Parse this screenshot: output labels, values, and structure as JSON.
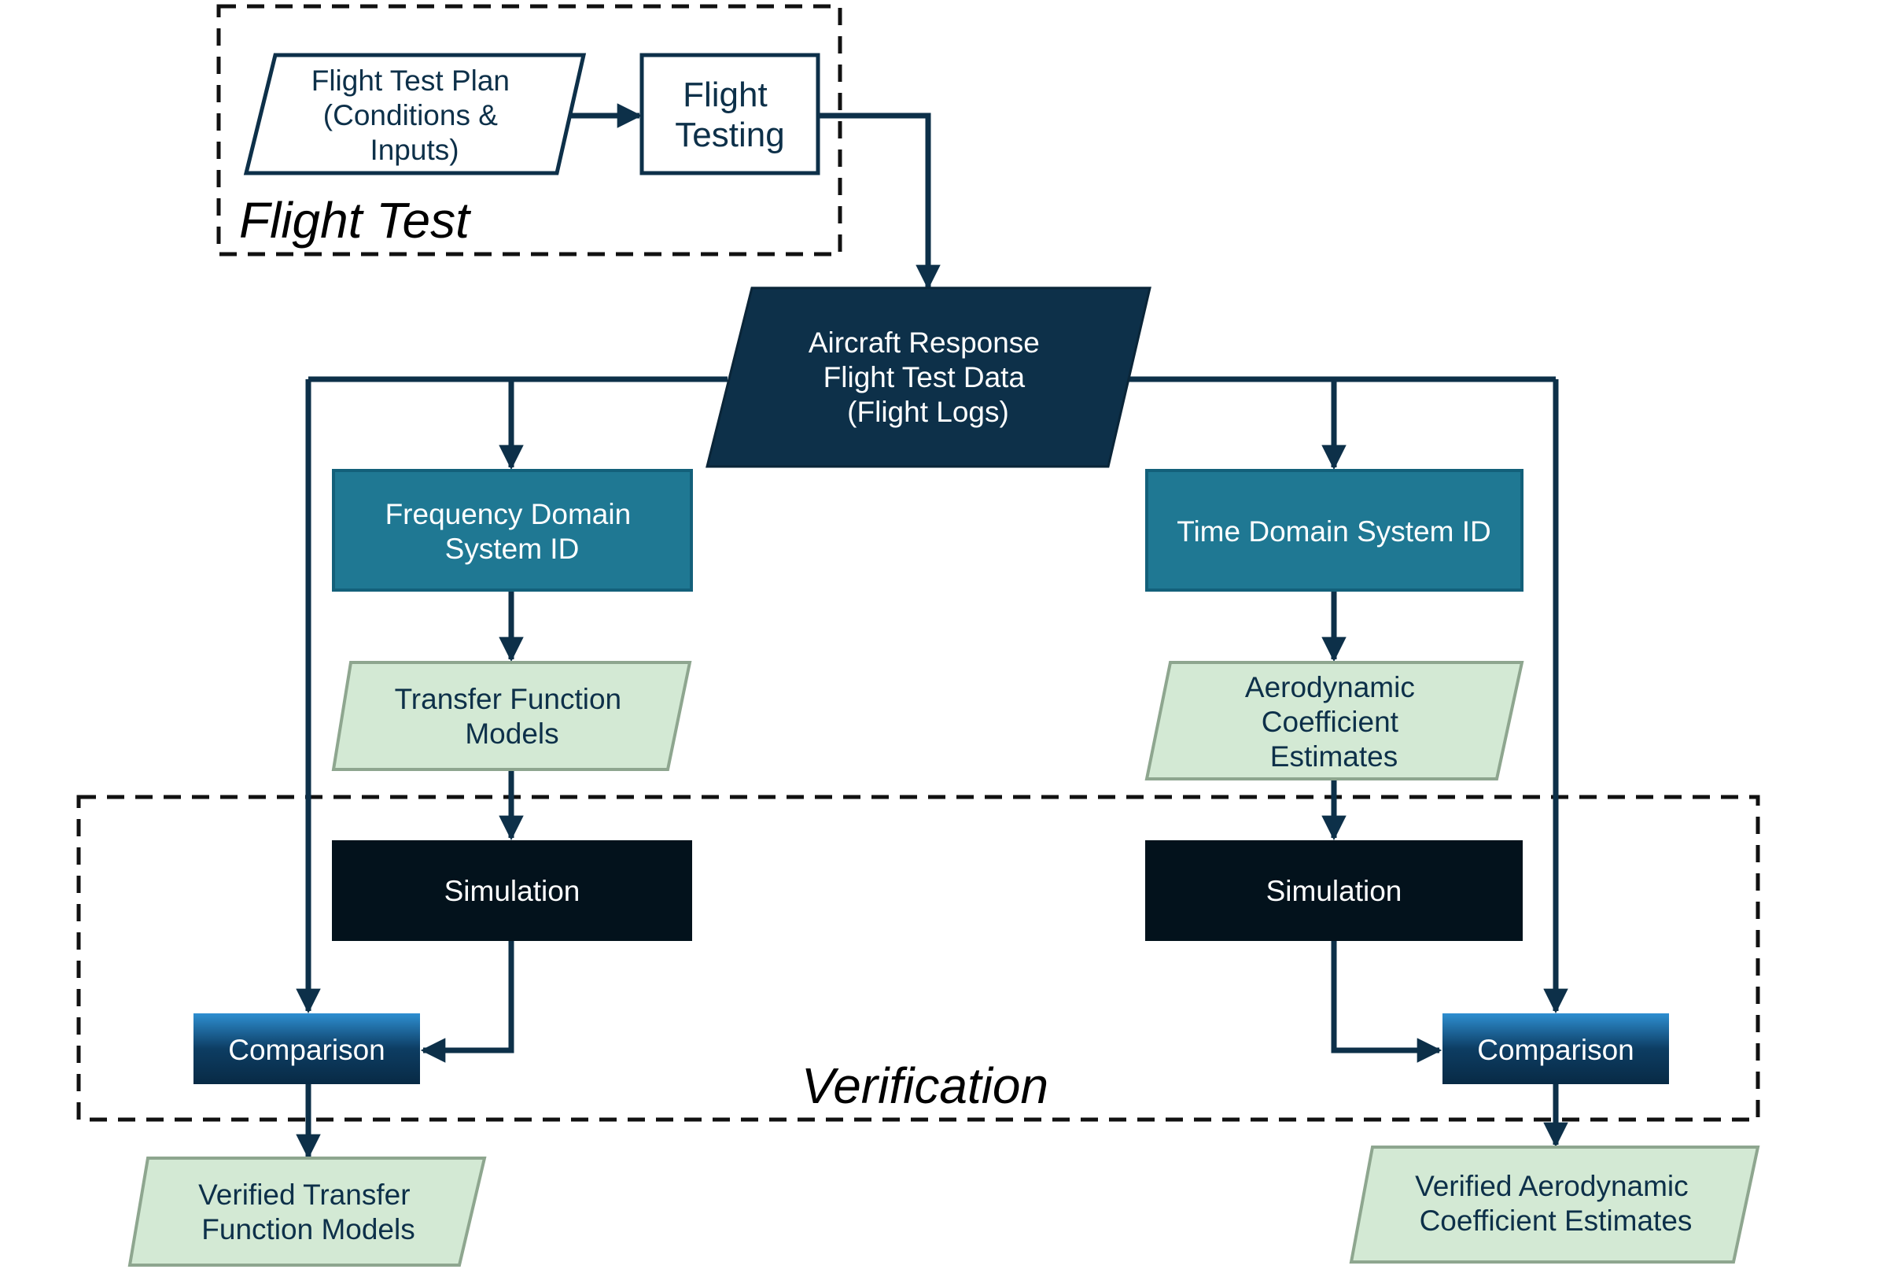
{
  "groups": {
    "flight_test": "Flight Test",
    "verification": "Verification"
  },
  "nodes": {
    "plan": [
      "Flight Test Plan",
      "(Conditions &",
      "Inputs)"
    ],
    "testing": [
      "Flight",
      "Testing"
    ],
    "response": [
      "Aircraft Response",
      "Flight Test Data",
      "(Flight Logs)"
    ],
    "freq": [
      "Frequency Domain",
      "System ID"
    ],
    "time": [
      "Time Domain System ID"
    ],
    "tf_models": [
      "Transfer Function",
      "Models"
    ],
    "aero": [
      "Aerodynamic",
      "Coefficient",
      "Estimates"
    ],
    "sim_left": [
      "Simulation"
    ],
    "sim_right": [
      "Simulation"
    ],
    "cmp_left": [
      "Comparison"
    ],
    "cmp_right": [
      "Comparison"
    ],
    "ver_tf": [
      "Verified Transfer",
      "Function Models"
    ],
    "ver_aero": [
      "Verified Aerodynamic",
      "Coefficient Estimates"
    ]
  },
  "colors": {
    "line": "#0d3049",
    "dark_navy": "#0d3049",
    "teal": "#1f7893",
    "teal_border": "#13607a",
    "light_green": "#d3e9d4",
    "green_border": "#8ea68f",
    "black_box": "#03121c"
  }
}
